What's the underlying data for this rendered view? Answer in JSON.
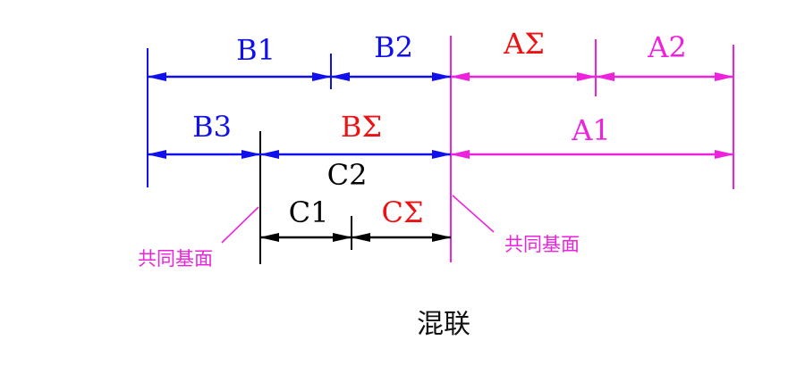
{
  "colors": {
    "blue": "#1010ee",
    "red": "#ee1111",
    "magenta": "#ee22dd",
    "black": "#000000"
  },
  "labels": {
    "b1": "B1",
    "b2": "B2",
    "b3": "B3",
    "b_sigma": "BΣ",
    "a_sigma": "AΣ",
    "a1": "A1",
    "a2": "A2",
    "c1": "C1",
    "c2": "C2",
    "c_sigma": "CΣ"
  },
  "notes": {
    "datum_left": "共同基面",
    "datum_right": "共同基面"
  },
  "caption": "混联"
}
